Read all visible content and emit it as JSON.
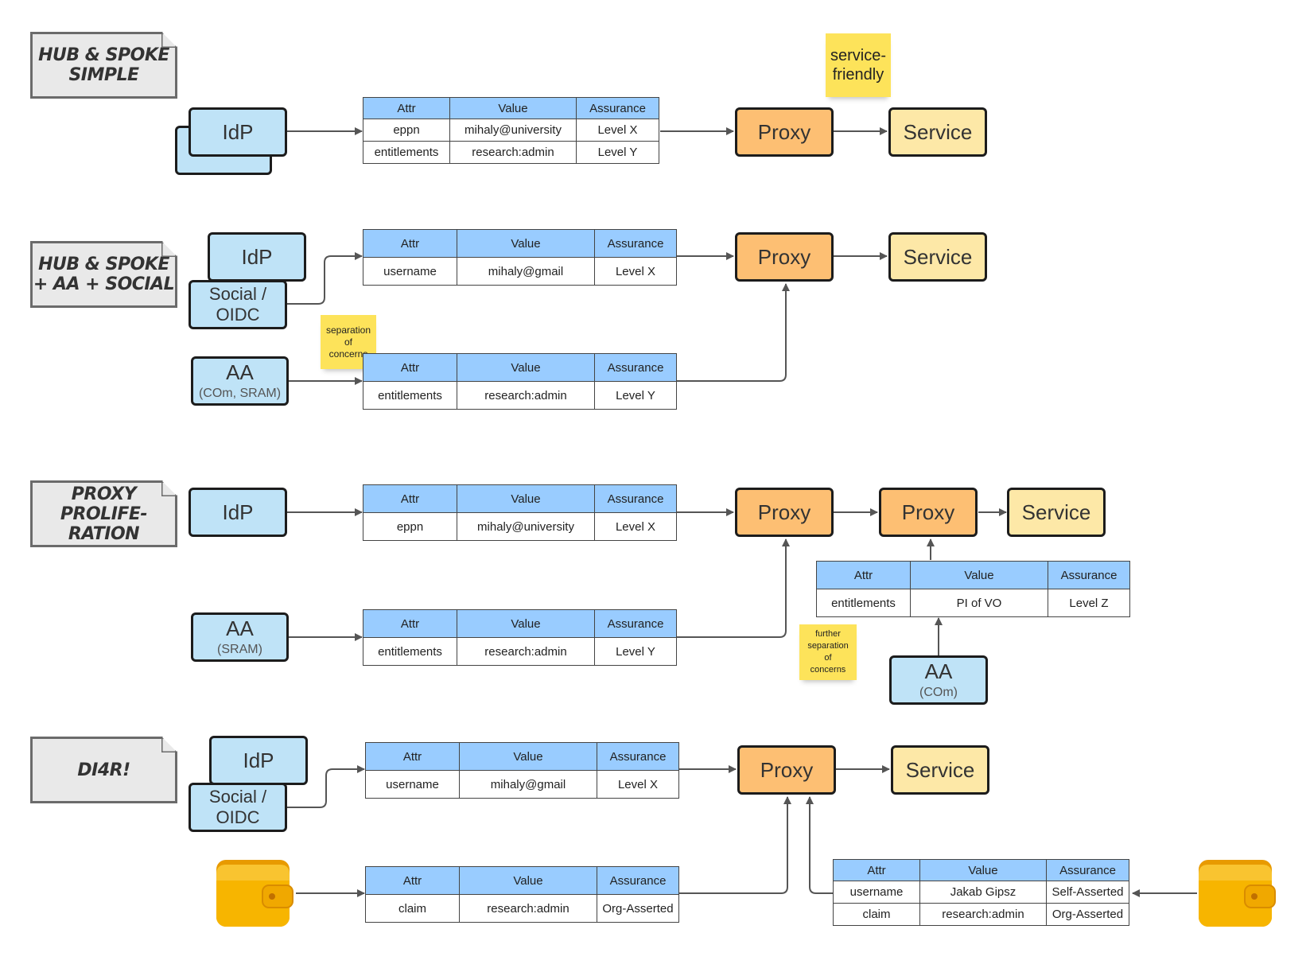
{
  "labels": {
    "s1": "HUB & SPOKE\nSIMPLE",
    "s2": "HUB & SPOKE\n+ AA + SOCIAL",
    "s3": "PROXY\nPROLIFE-\nRATION",
    "s4": "DI4R!"
  },
  "nodes": {
    "idp": "IdP",
    "proxy": "Proxy",
    "service": "Service",
    "social": "Social /\nOIDC",
    "aa": "AA",
    "aa_s2_sub": "(COm, SRAM)",
    "aa_s3_sram_sub": "(SRAM)",
    "aa_s3_com_sub": "(COm)"
  },
  "stickies": {
    "service_friendly": "service-\nfriendly",
    "separation": "separation\nof\nconcerns",
    "further": "further\nseparation\nof\nconcerns"
  },
  "headers": [
    "Attr",
    "Value",
    "Assurance"
  ],
  "tables": {
    "s1": [
      [
        "eppn",
        "mihaly@university",
        "Level X"
      ],
      [
        "entitlements",
        "research:admin",
        "Level Y"
      ]
    ],
    "s2a": [
      [
        "username",
        "mihaly@gmail",
        "Level X"
      ]
    ],
    "s2b": [
      [
        "entitlements",
        "research:admin",
        "Level Y"
      ]
    ],
    "s3a": [
      [
        "eppn",
        "mihaly@university",
        "Level X"
      ]
    ],
    "s3b": [
      [
        "entitlements",
        "research:admin",
        "Level Y"
      ]
    ],
    "s3c": [
      [
        "entitlements",
        "PI of VO",
        "Level Z"
      ]
    ],
    "s4a": [
      [
        "username",
        "mihaly@gmail",
        "Level X"
      ]
    ],
    "s4b": [
      [
        "claim",
        "research:admin",
        "Org-Asserted"
      ]
    ],
    "s4c": [
      [
        "username",
        "Jakab Gipsz",
        "Self-Asserted"
      ],
      [
        "claim",
        "research:admin",
        "Org-Asserted"
      ]
    ]
  },
  "colors": {
    "idp": "#bfe3f7",
    "proxy": "#fdbf73",
    "service": "#fde8a7",
    "header": "#99ccff",
    "sticky": "#fde35a",
    "wallet": "#f5b400"
  },
  "icons": [
    "wallet-icon"
  ]
}
